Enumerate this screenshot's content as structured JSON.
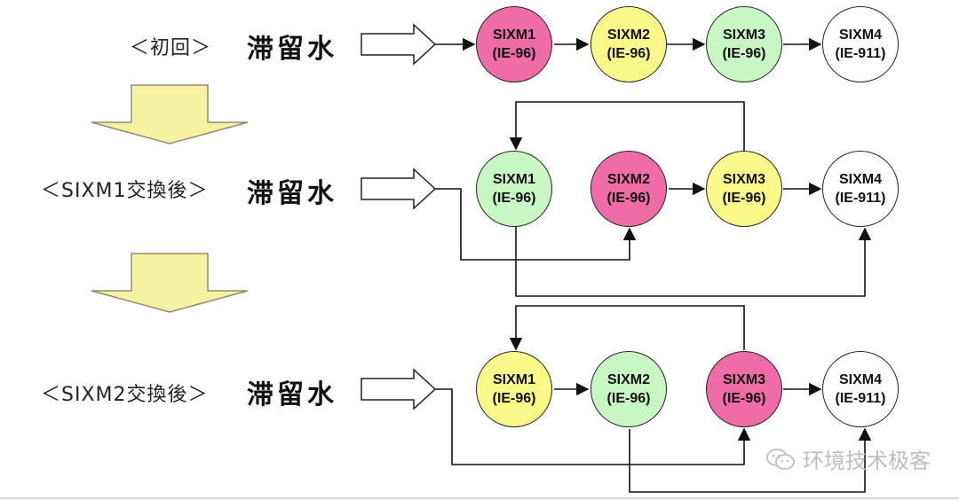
{
  "colors": {
    "pink": "#f06ca7",
    "yellow": "#fbf98a",
    "green": "#c8f7c3",
    "white": "#ffffff",
    "down_arrow": "#f7f2a2"
  },
  "rows": [
    {
      "label": "＜初回＞",
      "water": "滞留水",
      "nodes": [
        {
          "name": "SIXM1",
          "type": "(IE-96)",
          "color": "pink"
        },
        {
          "name": "SIXM2",
          "type": "(IE-96)",
          "color": "yellow"
        },
        {
          "name": "SIXM3",
          "type": "(IE-96)",
          "color": "green"
        },
        {
          "name": "SIXM4",
          "type": "(IE-911)",
          "color": "white"
        }
      ]
    },
    {
      "label": "＜SIXM1交換後＞",
      "water": "滞留水",
      "nodes": [
        {
          "name": "SIXM1",
          "type": "(IE-96)",
          "color": "green"
        },
        {
          "name": "SIXM2",
          "type": "(IE-96)",
          "color": "pink"
        },
        {
          "name": "SIXM3",
          "type": "(IE-96)",
          "color": "yellow"
        },
        {
          "name": "SIXM4",
          "type": "(IE-911)",
          "color": "white"
        }
      ]
    },
    {
      "label": "＜SIXM2交換後＞",
      "water": "滞留水",
      "nodes": [
        {
          "name": "SIXM1",
          "type": "(IE-96)",
          "color": "yellow"
        },
        {
          "name": "SIXM2",
          "type": "(IE-96)",
          "color": "green"
        },
        {
          "name": "SIXM3",
          "type": "(IE-96)",
          "color": "pink"
        },
        {
          "name": "SIXM4",
          "type": "(IE-911)",
          "color": "white"
        }
      ]
    }
  ],
  "watermark": "环境技术极客"
}
